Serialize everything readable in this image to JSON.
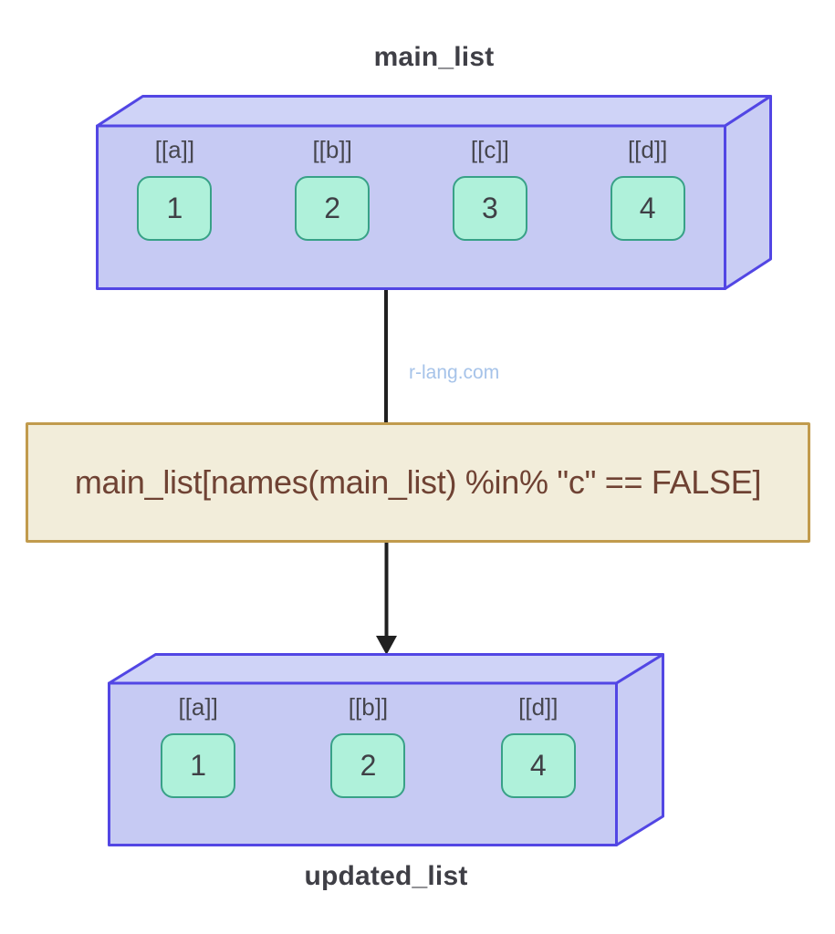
{
  "watermark": "r-lang.com",
  "code": {
    "expression": "main_list[names(main_list) %in% \"c\" == FALSE]"
  },
  "main_list": {
    "title": "main_list",
    "items": [
      {
        "label": "[[a]]",
        "value": "1"
      },
      {
        "label": "[[b]]",
        "value": "2"
      },
      {
        "label": "[[c]]",
        "value": "3"
      },
      {
        "label": "[[d]]",
        "value": "4"
      }
    ]
  },
  "updated_list": {
    "title": "updated_list",
    "items": [
      {
        "label": "[[a]]",
        "value": "1"
      },
      {
        "label": "[[b]]",
        "value": "2"
      },
      {
        "label": "[[d]]",
        "value": "4"
      }
    ]
  },
  "colors": {
    "box_front": "#c6caf3",
    "box_top": "#cfd3f7",
    "box_right": "#c9cdf4",
    "box_border": "#5246e4",
    "element_fill": "#aff1da",
    "element_border": "#38a187",
    "element_text": "#3f4046",
    "label_text": "#46464e",
    "title_text": "#3f3f46",
    "code_fill": "#f2edda",
    "code_border": "#c19b4d",
    "code_text": "#6f4233",
    "watermark_text": "#a6c3e9",
    "arrow": "#202020",
    "background": "#ffffff"
  }
}
